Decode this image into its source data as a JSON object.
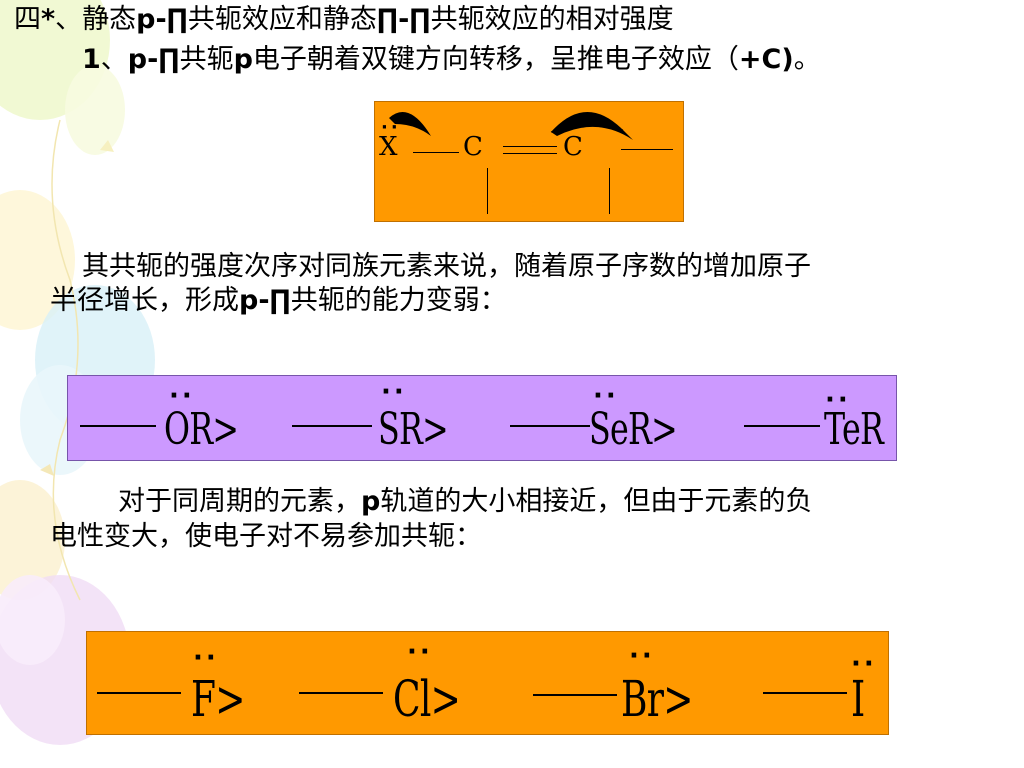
{
  "heading": {
    "prefix": "四",
    "star": "*",
    "p1": "、静态",
    "b1": "p-∏",
    "p2": "共轭效应和静态",
    "b2": "∏-∏",
    "p3": "共轭效应的相对强度"
  },
  "point1": {
    "num": "1",
    "sep": "、",
    "b1": "p-∏",
    "t1": "共轭",
    "b2": "p",
    "t2": "电子朝着双键方向转移，呈推电子效应（",
    "b3": "+C)",
    "t3": "。"
  },
  "diagram1": {
    "x": "X",
    "c1": "C",
    "c2": "C",
    "dots": "··"
  },
  "para1": {
    "line1": "其共轭的强度次序对同族元素来说，随着原子序数的增加原子",
    "line2a": "半径增长，形成",
    "line2b": "p-∏",
    "line2c": "共轭的能力变弱："
  },
  "series1": {
    "dots": "··",
    "items": [
      "OR>",
      "SR>",
      "SeR>",
      "TeR"
    ]
  },
  "para2": {
    "line1a": "对于同周期的元素，",
    "line1b": "p",
    "line1c": "轨道的大小相接近，但由于元素的负",
    "line2": "电性变大，使电子对不易参加共轭："
  },
  "series2": {
    "dots": "··",
    "items": [
      "F>",
      "Cl>",
      "Br>",
      "I"
    ]
  },
  "colors": {
    "orange": "#ff9900",
    "purple": "#cc99ff"
  }
}
